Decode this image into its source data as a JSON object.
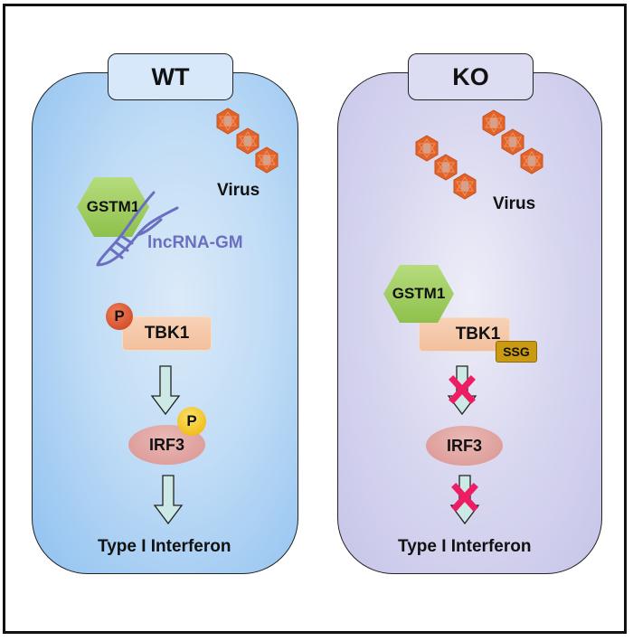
{
  "panels": {
    "wt": {
      "title": "WT",
      "virus_label": "Virus",
      "gstm1_label": "GSTM1",
      "lncrna_label": "lncRNA-GM",
      "phospho_tbk1": "P",
      "tbk1_label": "TBK1",
      "phospho_irf3": "P",
      "irf3_label": "IRF3",
      "output_label": "Type I Interferon"
    },
    "ko": {
      "title": "KO",
      "virus_label": "Virus",
      "gstm1_label": "GSTM1",
      "tbk1_label": "TBK1",
      "ssg_label": "SSG",
      "irf3_label": "IRF3",
      "output_label": "Type I Interferon"
    }
  },
  "colors": {
    "wt_cell": "#a9d0f5",
    "ko_cell": "#d3d2ef",
    "virus": "#e0642a",
    "gstm1": "#9ccc5a",
    "lncrna": "#6a6fc0",
    "tbk1": "#f4c6a6",
    "irf3": "#dda19e",
    "phospho_red": "#d9532e",
    "phospho_yellow": "#f5c518",
    "ssg": "#c99a12",
    "arrow": "#cde9e6",
    "block_x": "#ee1c63"
  }
}
